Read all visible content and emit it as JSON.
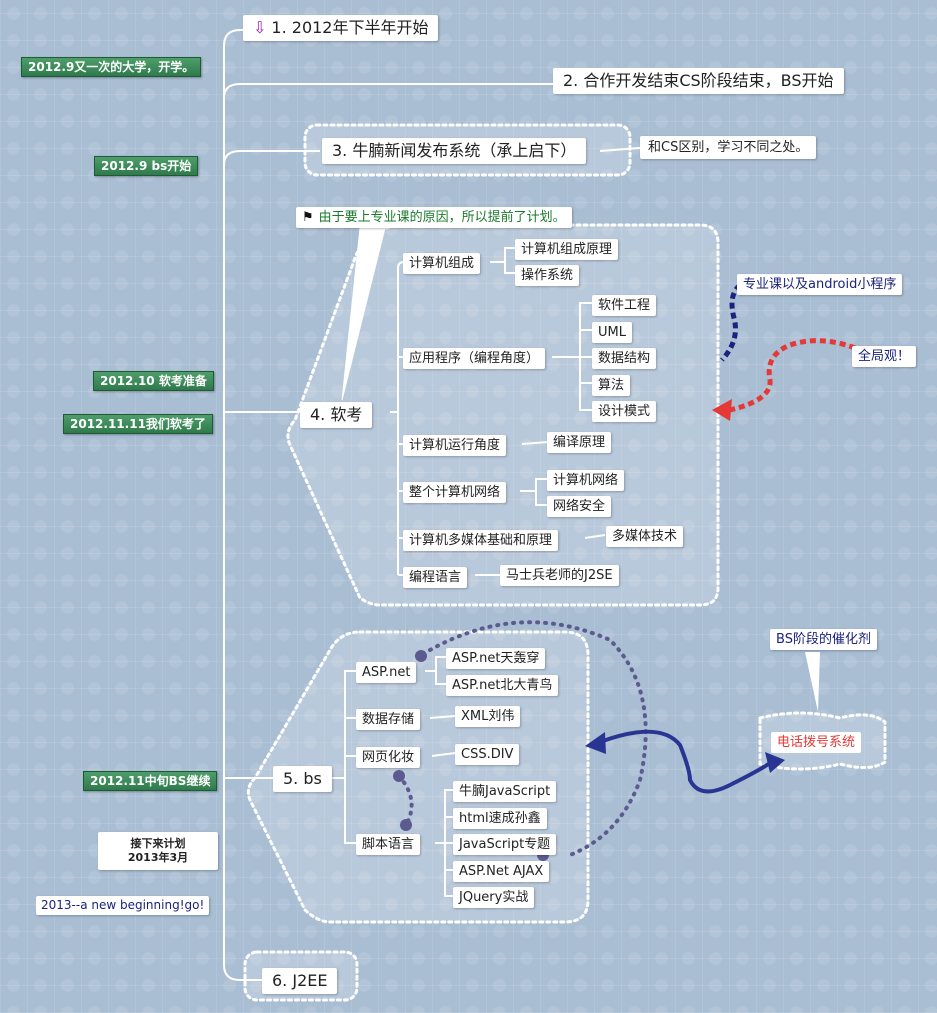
{
  "colors": {
    "line": "#ffffff",
    "boundary": "#ffffff",
    "green": "#3a8a57",
    "navy_dash": "#1a237e",
    "red_dash": "#e53935",
    "arrow": "#283593",
    "purple_dot": "#5c5b8f"
  },
  "main": {
    "m1": "1. 2012年下半年开始",
    "m2": "2. 合作开发结束CS阶段结束，BS开始",
    "m3": "3. 牛腩新闻发布系统（承上启下）",
    "m4": "4. 软考",
    "m5": "5. bs",
    "m6": "6. J2EE"
  },
  "icons": {
    "m1": "down-arrow-icon",
    "callout": "flag-icon"
  },
  "m3_note": "和CS区别，学习不同之处。",
  "callout": "由于要上专业课的原因，所以提前了计划。",
  "timeline": {
    "t1": "2012.9又一次的大学，开学。",
    "t2": "2012.9 bs开始",
    "t3": "2012.10 软考准备",
    "t4": "2012.11.11我们软考了",
    "t5": "2012.11中旬BS继续"
  },
  "plan_label": "接下来计划\n2013年3月",
  "plan_line1": "接下来计划",
  "plan_line2": "2013年3月",
  "new_beginning": "2013--a new beginning!go!",
  "ruankao": {
    "c1": "计算机组成",
    "c1_1": "计算机组成原理",
    "c1_2": "操作系统",
    "c2": "应用程序（编程角度）",
    "c2_1": "软件工程",
    "c2_2": "UML",
    "c2_3": "数据结构",
    "c2_4": "算法",
    "c2_5": "设计模式",
    "c3": "计算机运行角度",
    "c3_1": "编译原理",
    "c4": "整个计算机网络",
    "c4_1": "计算机网络",
    "c4_2": "网络安全",
    "c5": "计算机多媒体基础和原理",
    "c5_1": "多媒体技术",
    "c6": "编程语言",
    "c6_1": "马士兵老师的J2SE"
  },
  "side_notes": {
    "zhuanye": "专业课以及android小程序",
    "quanju": "全局观！",
    "catalyst": "BS阶段的催化剂",
    "dianhua": "电话拨号系统"
  },
  "bs": {
    "b1": "ASP.net",
    "b1_1": "ASP.net天轰穿",
    "b1_2": "ASP.net北大青鸟",
    "b2": "数据存储",
    "b2_1": "XML刘伟",
    "b3": "网页化妆",
    "b3_1": "CSS.DIV",
    "b4": "脚本语言",
    "b4_1": "牛腩JavaScript",
    "b4_2": "html速成孙鑫",
    "b4_3": "JavaScript专题",
    "b4_4": "ASP.Net AJAX",
    "b4_5": "JQuery实战"
  }
}
